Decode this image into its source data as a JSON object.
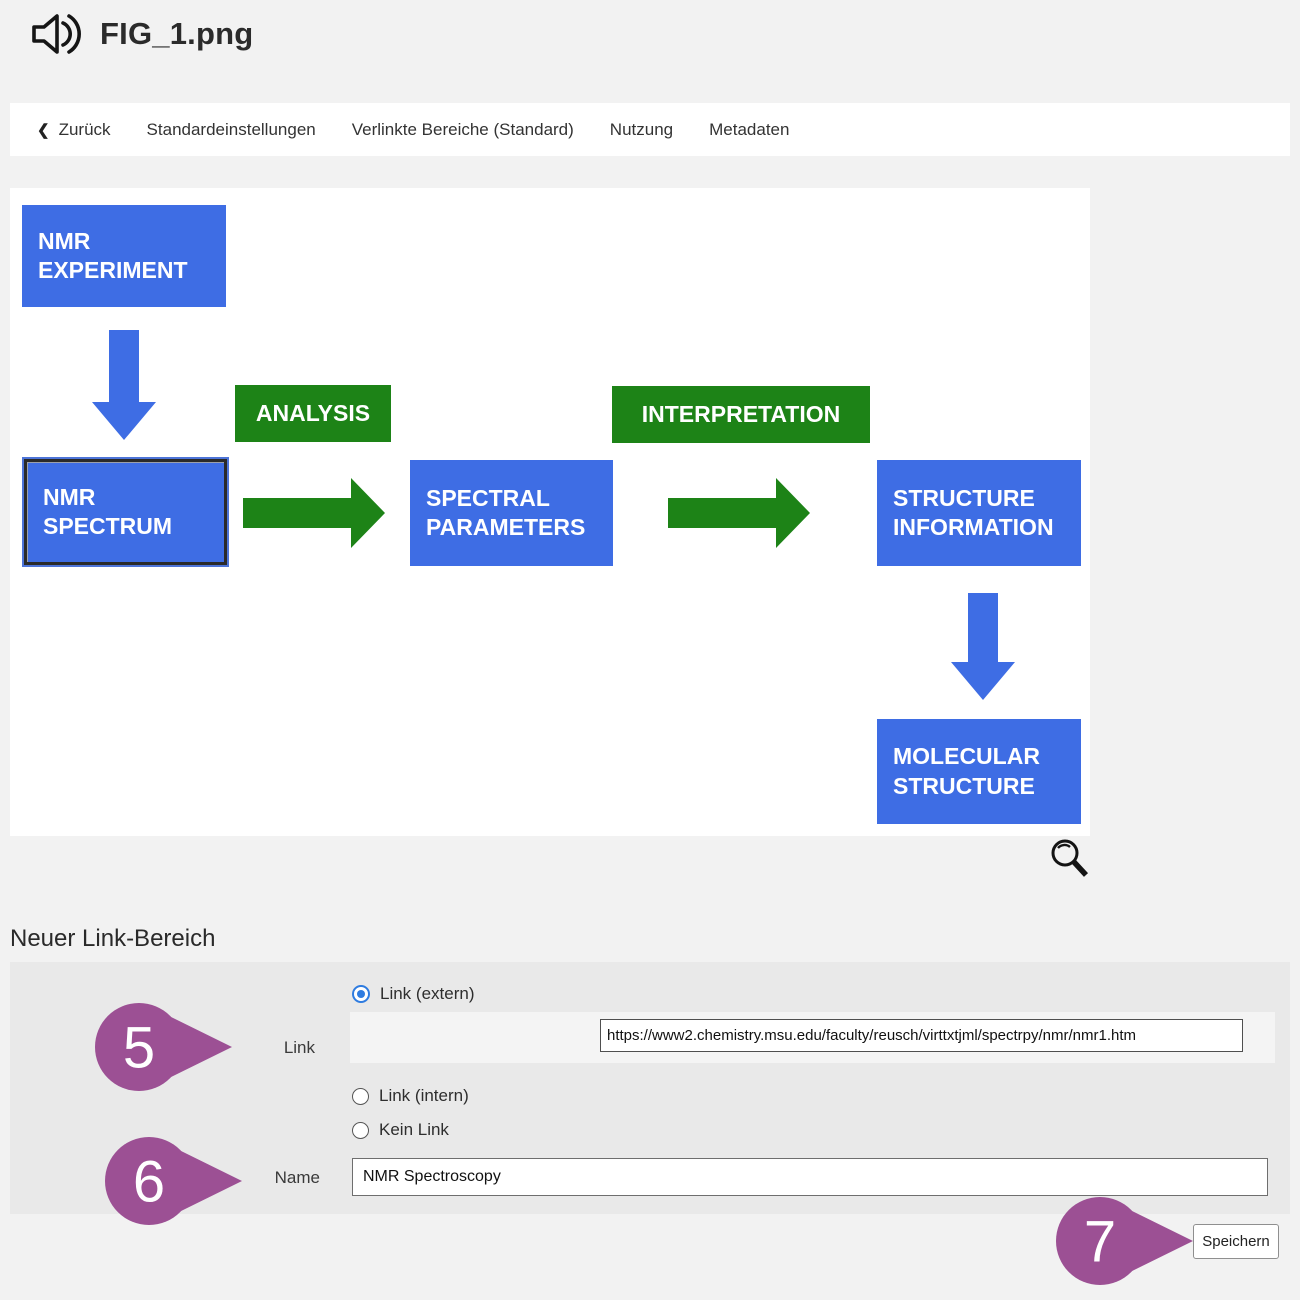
{
  "page": {
    "title": "FIG_1.png",
    "background": "#f2f2f2"
  },
  "nav": {
    "back_chevron": "❮",
    "back_label": "Zurück",
    "items": [
      {
        "label": "Standardeinstellungen"
      },
      {
        "label": "Verlinkte Bereiche (Standard)"
      },
      {
        "label": "Nutzung"
      },
      {
        "label": "Metadaten"
      }
    ]
  },
  "flowchart": {
    "colors": {
      "box_blue": "#3e6de4",
      "box_green": "#1d8317",
      "arrow_blue": "#3e6de4",
      "arrow_green": "#1d8317"
    },
    "boxes": {
      "nmr_experiment": "NMR\nEXPERIMENT",
      "analysis": "ANALYSIS",
      "nmr_spectrum": "NMR\nSPECTRUM",
      "spectral_parameters": "SPECTRAL\nPARAMETERS",
      "interpretation": "INTERPRETATION",
      "structure_information": "STRUCTURE\nINFORMATION",
      "molecular_structure": "MOLECULAR\nSTRUCTURE"
    }
  },
  "section": {
    "heading": "Neuer Link-Bereich"
  },
  "form": {
    "link_label": "Link",
    "radio_extern_label": "Link (extern)",
    "radio_intern_label": "Link (intern)",
    "radio_none_label": "Kein Link",
    "url_value": "https://www2.chemistry.msu.edu/faculty/reusch/virttxtjml/spectrpy/nmr/nmr1.htm",
    "name_label": "Name",
    "name_value": "NMR Spectroscopy",
    "save_label": "Speichern"
  },
  "annotations": {
    "color": "#9c5094",
    "markers": [
      {
        "label": "5"
      },
      {
        "label": "6"
      },
      {
        "label": "7"
      }
    ]
  }
}
